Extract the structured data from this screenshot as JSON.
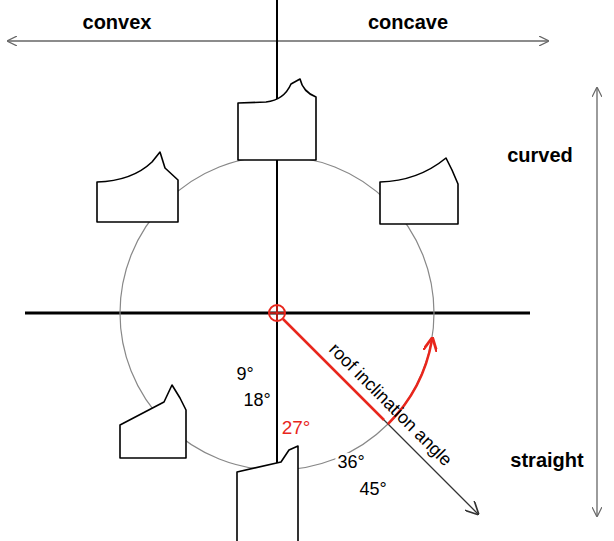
{
  "diagram": {
    "labels": [
      "convex",
      "concave",
      "curved",
      "straight",
      "roof inclination angle",
      "9°",
      "18°",
      "27°",
      "36°",
      "45°"
    ]
  }
}
